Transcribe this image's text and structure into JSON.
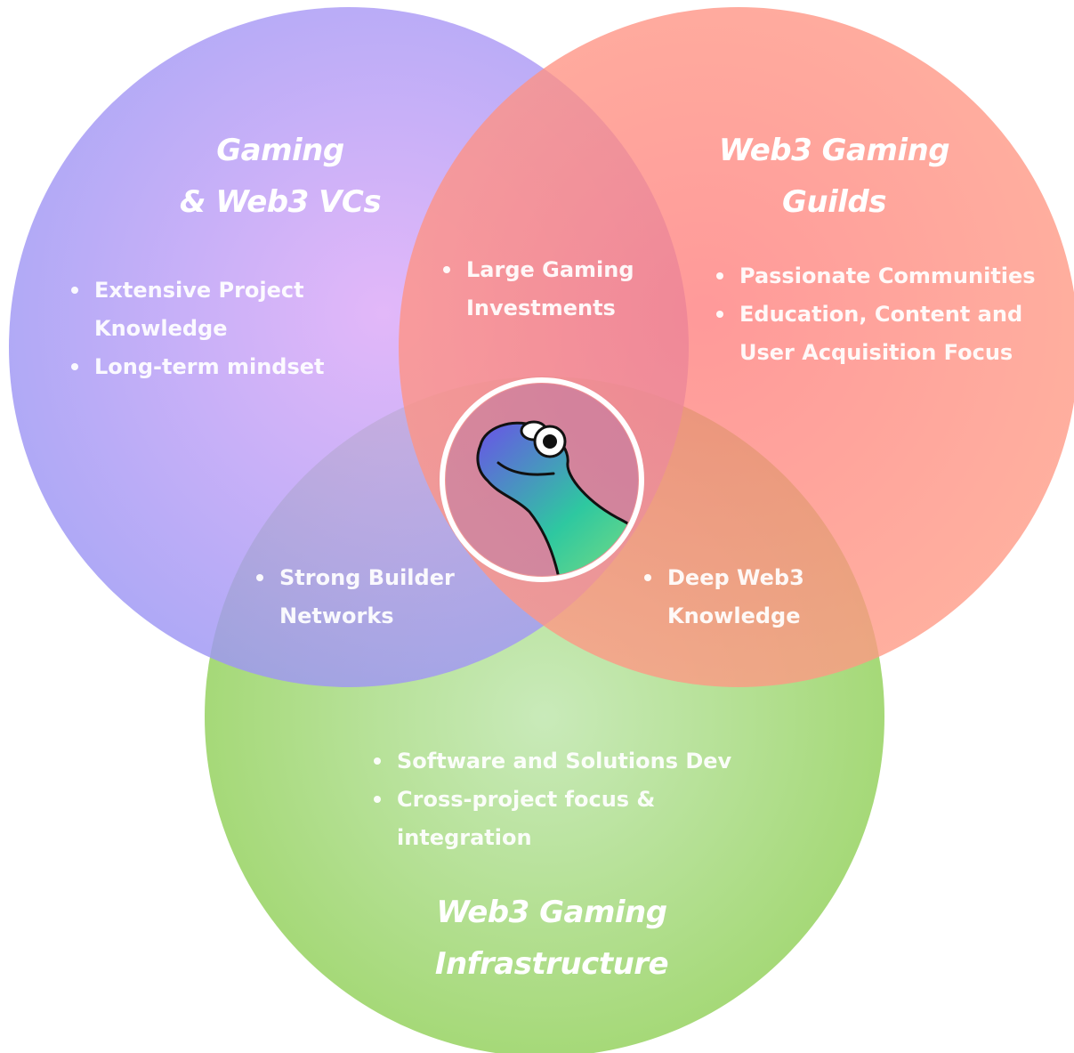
{
  "colors": {
    "vc_circle": "#8f8cf5",
    "vc_center": "#d9a6f7",
    "guild_circle": "#ff8a7d",
    "infra_circle": "#9ad466",
    "infra_center": "#c5e8b0",
    "text": "#ffffff",
    "logo_ring": "#ffffff"
  },
  "sets": {
    "vcs": {
      "title_line1": "Gaming",
      "title_line2": "& Web3 VCs",
      "bullets": [
        "Extensive Project\nKnowledge",
        "Long-term mindset"
      ]
    },
    "guilds": {
      "title_line1": "Web3 Gaming",
      "title_line2": "Guilds",
      "bullets": [
        "Passionate Communities",
        "Education, Content and\nUser Acquisition Focus"
      ]
    },
    "infrastructure": {
      "title_line1": "Web3 Gaming",
      "title_line2": "Infrastructure",
      "bullets": [
        "Software and Solutions Dev",
        "Cross-project focus &\nintegration"
      ]
    }
  },
  "overlaps": {
    "vcs_guilds": [
      "Large Gaming\nInvestments"
    ],
    "vcs_infrastructure": [
      "Strong Builder\nNetworks"
    ],
    "guilds_infrastructure": [
      "Deep Web3\nKnowledge"
    ]
  },
  "center_logo": {
    "icon": "gecko-mascot-icon"
  }
}
